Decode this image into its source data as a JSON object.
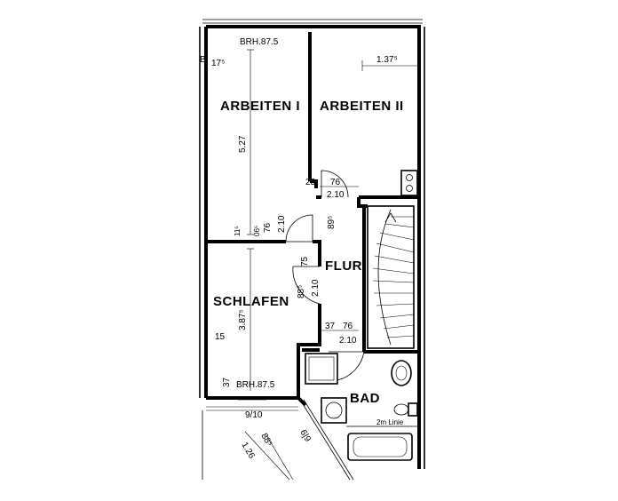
{
  "rooms": {
    "arbeiten1": "ARBEITEN I",
    "arbeiten2": "ARBEITEN II",
    "flur": "FLUR",
    "schlafen": "SCHLAFEN",
    "bad": "BAD"
  },
  "labels": {
    "brh_top": "BRH.87.5",
    "brh_bottom": "BRH.87.5",
    "linie": "2m Linie",
    "b": "B"
  },
  "dimensions": {
    "d_17_5": "17⁵",
    "d_1_37_5": "1.37⁵",
    "d_5_27": "5.27",
    "d_25": "25",
    "d_76_a": "76",
    "d_2_10_a": "2.10",
    "d_2_10_b": "2.10",
    "d_76_b": "76",
    "d_06_5": "06⁵",
    "d_11_5": "11⁵",
    "d_89_5": "89⁵",
    "d_75": "75",
    "d_2_10_c": "2.10",
    "d_88_5": "88⁵",
    "d_3_87_5": "3.87⁵",
    "d_15": "15",
    "d_37_a": "37",
    "d_76_c": "76",
    "d_2_10_d": "2.10",
    "d_37_b": "37",
    "d_9_10": "9/10",
    "d_88_5_b": "88⁵",
    "d_1_26": "1.26",
    "d_6_9": "6|9"
  }
}
